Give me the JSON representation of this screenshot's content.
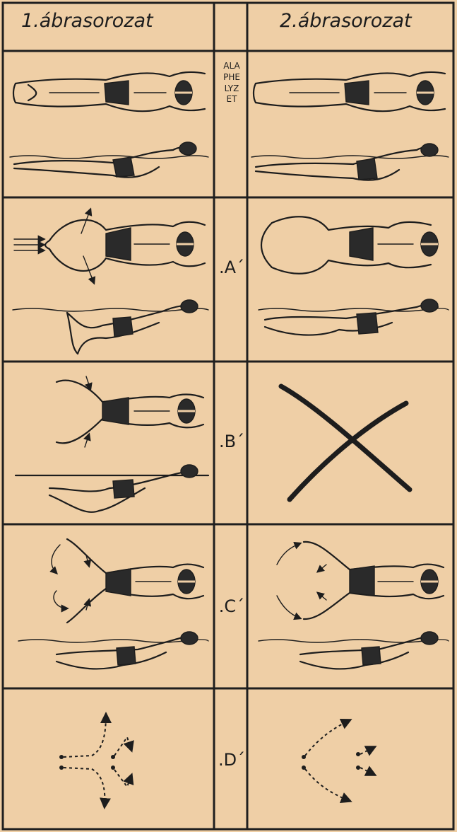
{
  "headers": {
    "col1": "1.ábrasorozat",
    "col2": "2.ábrasorozat"
  },
  "rows": {
    "base_label": "ALAPHELYZET",
    "a": ".A´",
    "b": ".B´",
    "c": ".C´",
    "d": ".D´"
  }
}
